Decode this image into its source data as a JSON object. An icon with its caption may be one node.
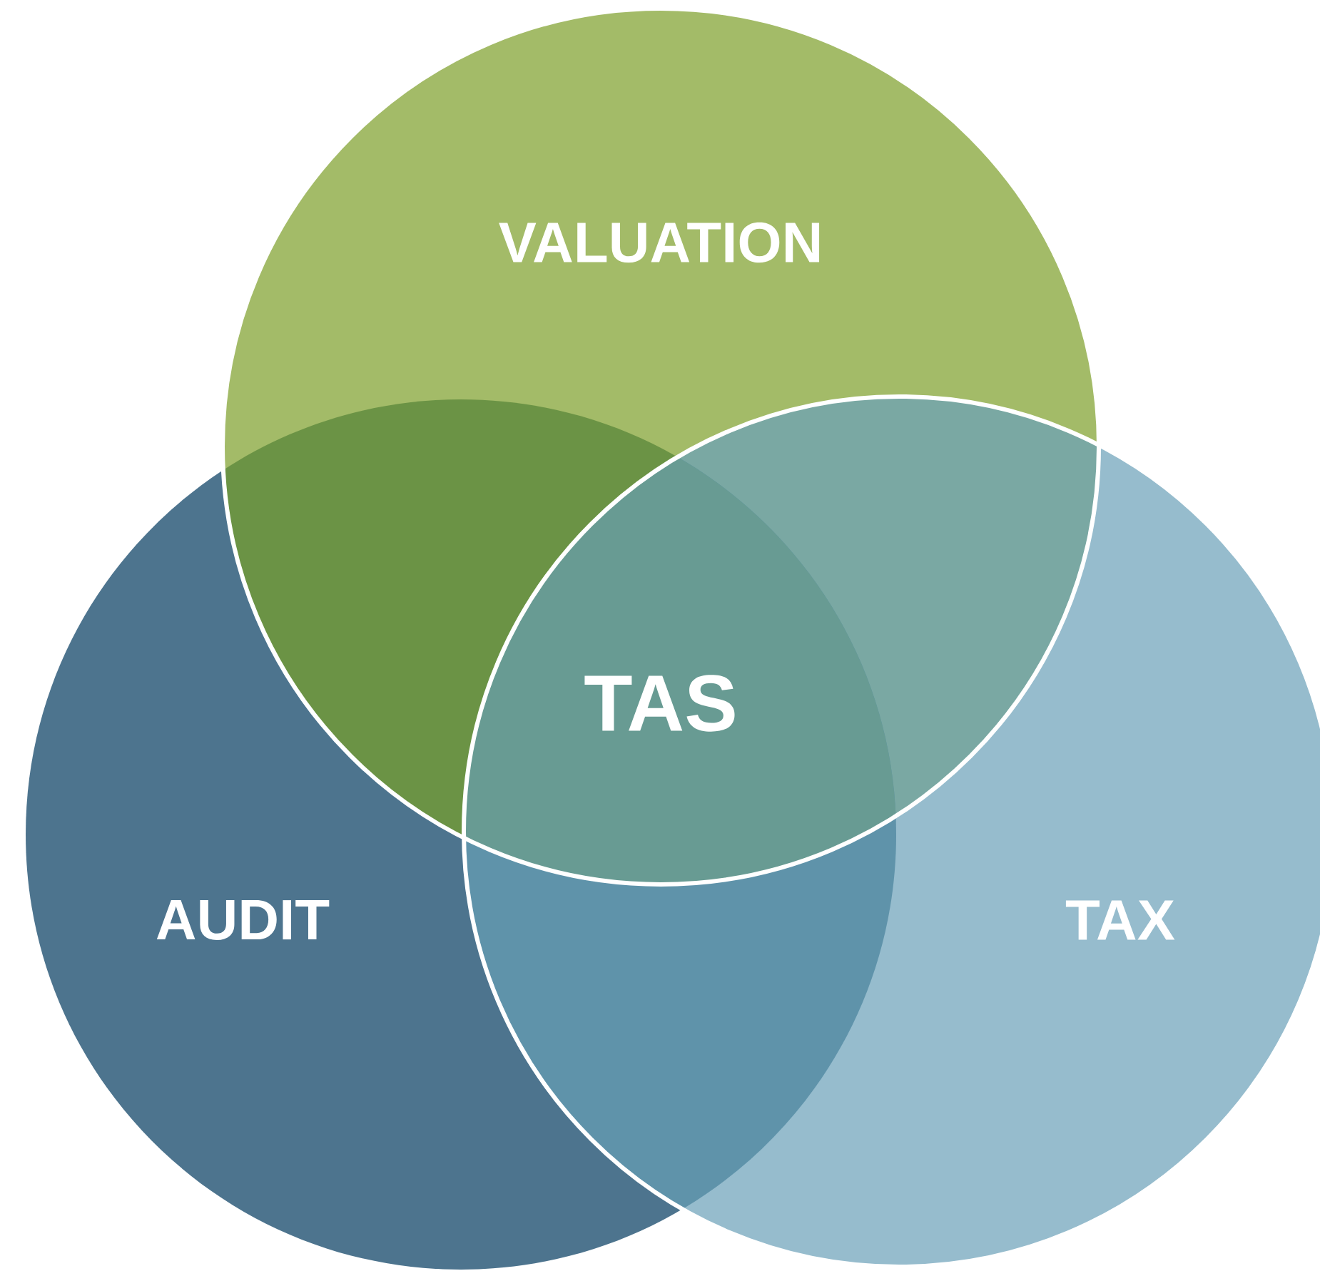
{
  "diagram": {
    "nodes": [
      {
        "text": [
          "VALUATION"
        ]
      },
      {
        "text": [
          "AUDIT"
        ]
      },
      {
        "text": [
          "TAX"
        ]
      }
    ],
    "labels": [
      "TAS"
    ]
  }
}
